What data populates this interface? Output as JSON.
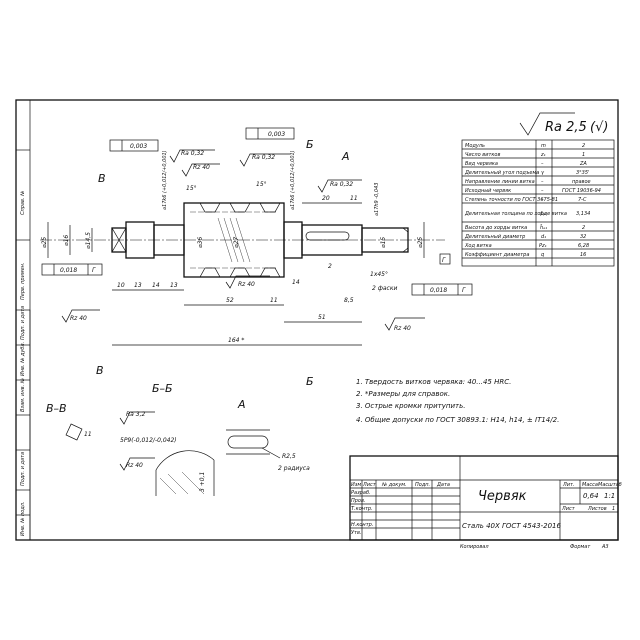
{
  "drawing": {
    "title": "Червяк",
    "material": "Сталь 40Х ГОСТ 4543-2016",
    "mass": "0,64",
    "scale": "1:1",
    "sheet_label": "Лист",
    "sheets_label": "Листов",
    "sheets_value": "1",
    "lit_label": "Лит.",
    "mass_label": "Масса",
    "scale_label": "Масштаб",
    "copied_label": "Копировал",
    "format_label": "Формат",
    "format_value": "A3",
    "roughness_main": "Ra 2,5",
    "roughness_other": "(√)"
  },
  "title_block": {
    "columns": [
      "Изм",
      "Лист",
      "№ докум.",
      "Подп.",
      "Дата"
    ],
    "rows": [
      "Разраб.",
      "Пров.",
      "Т.контр.",
      "",
      "Н.контр.",
      "Утв."
    ]
  },
  "side_stamp": [
    "Перв. примен.",
    "Справ. №",
    "Подп. и дата",
    "Инв. № дубл.",
    "Взам. инв. №",
    "Подп. и дата",
    "Инв. № подл."
  ],
  "params": [
    {
      "name": "Модуль",
      "sym": "m",
      "val": "2"
    },
    {
      "name": "Число витков",
      "sym": "z₁",
      "val": "1"
    },
    {
      "name": "Вид червяка",
      "sym": "–",
      "val": "ZA"
    },
    {
      "name": "Делительный угол подъема",
      "sym": "γ",
      "val": "3°35'"
    },
    {
      "name": "Направление линии витка",
      "sym": "–",
      "val": "правое"
    },
    {
      "name": "Исходный червяк",
      "sym": "–",
      "val": "ГОСТ 19036-94"
    },
    {
      "name": "Степень точности по ГОСТ 3675-81",
      "sym": "–",
      "val": "7-С"
    },
    {
      "name": "Делительная толщина по хорде витка",
      "sym": "s̄ₐ₁",
      "val": "3,134"
    },
    {
      "name": "Высота до хорды витка",
      "sym": "h̄ₐ₁",
      "val": "2"
    },
    {
      "name": "Делительный диаметр",
      "sym": "d₁",
      "val": "32"
    },
    {
      "name": "Ход витка",
      "sym": "Pz₁",
      "val": "6,28"
    },
    {
      "name": "Коэффициент диаметра",
      "sym": "q",
      "val": "16"
    }
  ],
  "notes": [
    "1. Твердость витков червяка: 40...45 HRC.",
    "2. *Размеры для справок.",
    "3. Острые кромки притупить.",
    "4. Общие допуски по ГОСТ 30893.1: H14, h14, ± IT14/2."
  ],
  "dims": {
    "d25_left": "⌀25",
    "d16": "⌀16",
    "d14_5": "⌀14,5",
    "d36": "⌀36",
    "d27": "⌀27",
    "d25_right": "⌀25",
    "d15": "⌀15",
    "l10": "10",
    "l13a": "13",
    "l14a": "14",
    "l13b": "13",
    "l52": "52",
    "l11": "11",
    "l14b": "14",
    "l2": "2",
    "l8_5": "8,5",
    "l51": "51",
    "l164": "164 *",
    "l20": "20",
    "l11b": "11",
    "chamfer": "1x45°",
    "chamfer2": "2 фаски",
    "tol_left": "⌀17k6 (+0,012/+0,001)",
    "tol_right": "⌀17k6 (+0,012/+0,001)",
    "tol_right2": "⌀17h9 -0,043",
    "ang15a": "15°",
    "ang15b": "15°",
    "ra032a": "Ra 0,32",
    "ra032b": "Ra 0,32",
    "ra032c": "Ra 0,32",
    "rz40a": "Rz 40",
    "rz40b": "Rz 40",
    "rz40c": "Rz 40",
    "rz40d": "Rz 40",
    "gtol1": "0,003",
    "gtol2": "0,003",
    "runout1": "0,018",
    "runout2": "0,018",
    "datum_g": "Г"
  },
  "sections": {
    "bb_label": "Б–Б",
    "vv_label": "В–В",
    "a_label": "А",
    "b_mark": "Б",
    "v_mark": "В",
    "a_mark": "А",
    "ra32": "Ra 3,2",
    "rz40": "Rz 40",
    "keyway": "5P9(-0,012/-0,042)",
    "depth": "3 +0,1",
    "r25": "R2,5",
    "two_radii": "2 радиуса",
    "flat": "11"
  }
}
